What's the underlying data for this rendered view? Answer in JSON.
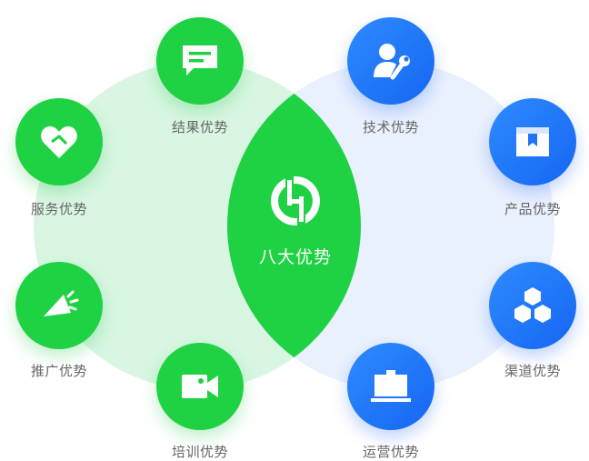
{
  "center": {
    "title": "八大优势",
    "logo_icon": "bolt-circle-logo-icon"
  },
  "colors": {
    "green": "#1ed243",
    "blue": "#1f75f6",
    "light_green": "#d9f6e2",
    "light_blue": "#eaf1fe"
  },
  "advantages": [
    {
      "label": "结果优势",
      "icon": "chat-message-icon",
      "group": "green"
    },
    {
      "label": "服务优势",
      "icon": "heart-icon",
      "group": "green"
    },
    {
      "label": "推广优势",
      "icon": "megaphone-icon",
      "group": "green"
    },
    {
      "label": "培训优势",
      "icon": "video-camera-icon",
      "group": "green"
    },
    {
      "label": "技术优势",
      "icon": "engineer-wrench-icon",
      "group": "blue"
    },
    {
      "label": "产品优势",
      "icon": "package-box-icon",
      "group": "blue"
    },
    {
      "label": "渠道优势",
      "icon": "hexagon-cluster-icon",
      "group": "blue"
    },
    {
      "label": "运营优势",
      "icon": "laptop-icon",
      "group": "blue"
    }
  ]
}
